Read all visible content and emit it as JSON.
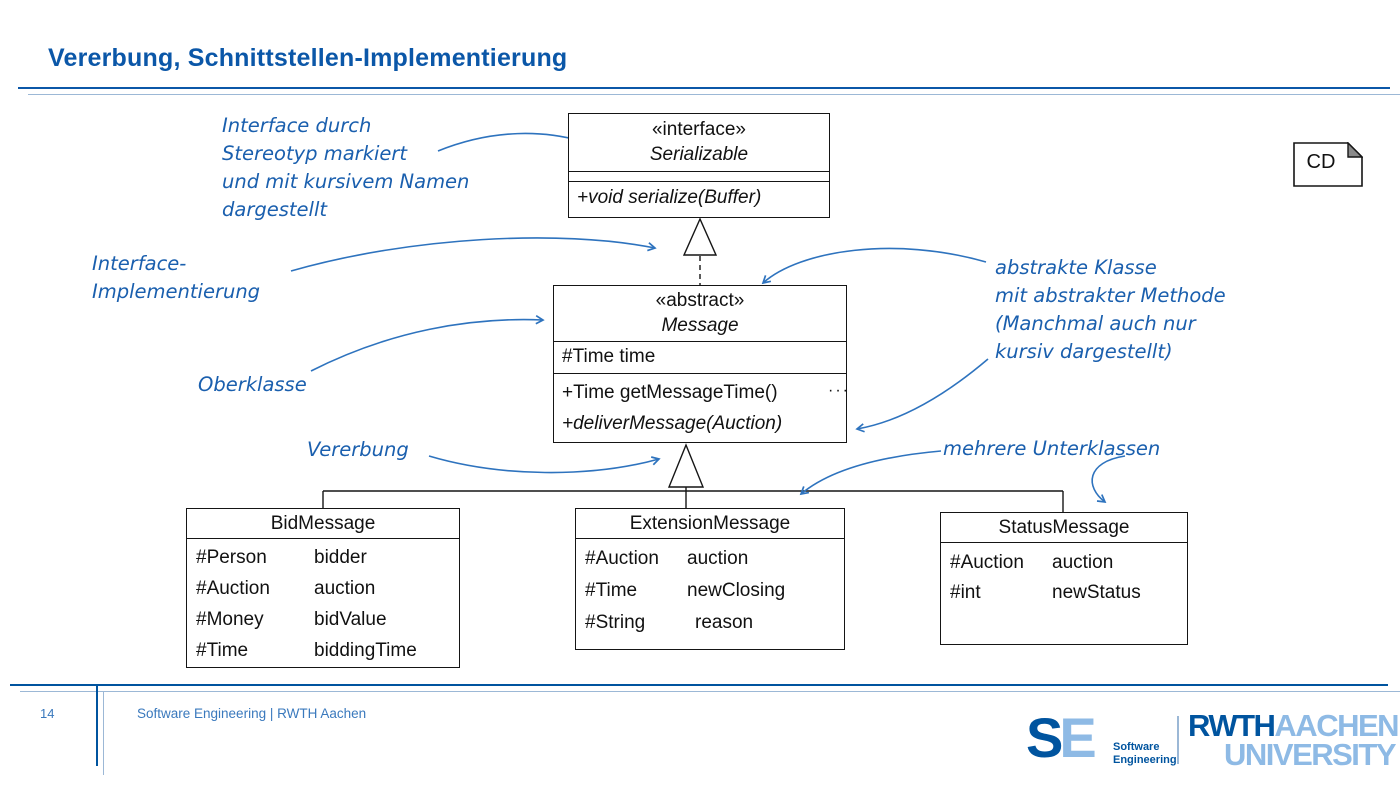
{
  "title": "Vererbung, Schnittstellen-Implementierung",
  "cd_badge": "CD",
  "diagram": {
    "interface": {
      "stereotype": "«interface»",
      "name": "Serializable",
      "method": "+void serialize(Buffer)"
    },
    "abstract": {
      "stereotype": "«abstract»",
      "name": "Message",
      "attribute": "#Time time",
      "method1": "+Time getMessageTime()",
      "method1_dots": "···",
      "method2": "+deliverMessage(Auction)"
    },
    "bid": {
      "name": "BidMessage",
      "attrs": [
        {
          "type": "#Person",
          "name": "bidder"
        },
        {
          "type": "#Auction",
          "name": "auction"
        },
        {
          "type": "#Money",
          "name": "bidValue"
        },
        {
          "type": "#Time",
          "name": "biddingTime"
        }
      ]
    },
    "extension": {
      "name": "ExtensionMessage",
      "attrs": [
        {
          "type": "#Auction",
          "name": "auction"
        },
        {
          "type": "#Time",
          "name": "newClosing"
        },
        {
          "type": "#String",
          "name": "reason"
        }
      ]
    },
    "status": {
      "name": "StatusMessage",
      "attrs": [
        {
          "type": "#Auction",
          "name": "auction"
        },
        {
          "type": "#int",
          "name": "newStatus"
        }
      ]
    }
  },
  "annotations": {
    "interface_note": [
      "Interface durch",
      "Stereotyp markiert",
      "und mit kursivem Namen",
      "dargestellt"
    ],
    "impl_note": [
      "Interface-",
      "Implementierung"
    ],
    "superclass_note": "Oberklasse",
    "inheritance_note": "Vererbung",
    "abstract_note": [
      "abstrakte Klasse",
      "mit abstrakter Methode",
      "(Manchmal auch nur",
      "kursiv dargestellt)"
    ],
    "subclasses_note": "mehrere Unterklassen"
  },
  "footer": {
    "page_number": "14",
    "caption": "Software Engineering  |  RWTH Aachen",
    "se_logo": {
      "s": "S",
      "e": "E",
      "sub1": "Software",
      "sub2": "Engineering"
    },
    "rwth_logo": {
      "part1": "RWTH",
      "part2": "AACHEN",
      "part3": "UNIVERSITY"
    }
  },
  "colors": {
    "accent_dark": "#00549F",
    "accent_light": "#8EBAE5",
    "title_blue": "#0B57A8",
    "annotation_blue": "#1A5FAE",
    "arrow_blue": "#2E73BE"
  }
}
